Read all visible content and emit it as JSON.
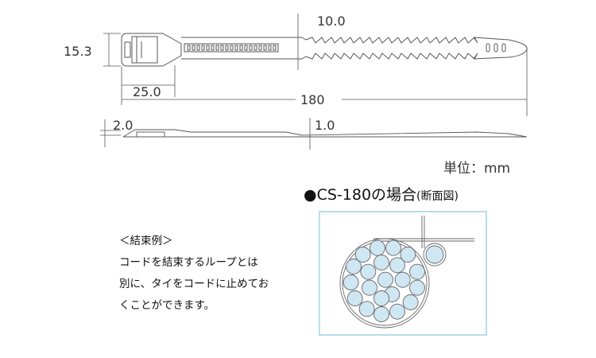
{
  "dimensions": {
    "head_height": "15.3",
    "strap_width": "10.0",
    "head_length": "25.0",
    "total_length": "180",
    "head_thickness": "2.0",
    "strap_thickness": "1.0"
  },
  "unit_label": "単位：mm",
  "section": {
    "title_main": "●CS-180の場合",
    "title_sub": "(断面図)"
  },
  "example": {
    "heading": "＜結束例＞",
    "lines": [
      "コードを結束するループとは",
      "別に、タイをコードに止めてお",
      "くことができます。"
    ]
  },
  "colors": {
    "wire": "#cfe6f3",
    "box_border": "#9fd0e6",
    "line": "#555555"
  }
}
